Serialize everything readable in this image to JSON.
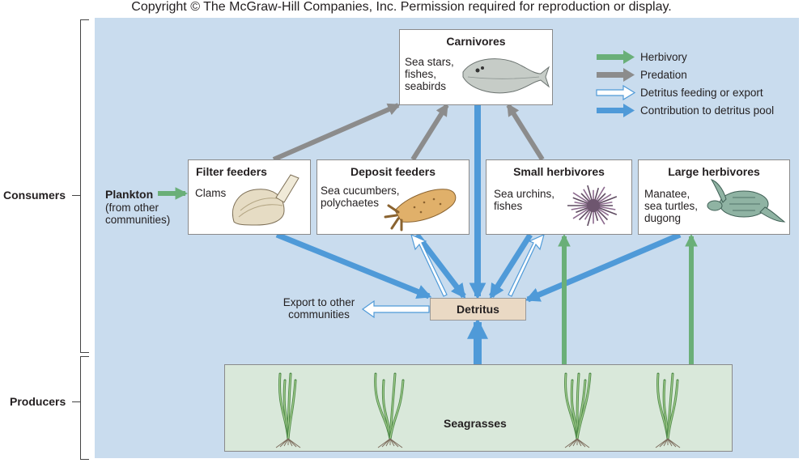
{
  "copyright": "Copyright © The McGraw-Hill Companies, Inc. Permission required for reproduction or display.",
  "side_labels": {
    "consumers": "Consumers",
    "producers": "Producers"
  },
  "legend": {
    "items": [
      {
        "label": "Herbivory",
        "color": "#6aaf78",
        "style": "solid"
      },
      {
        "label": "Predation",
        "color": "#8c8c8c",
        "style": "solid"
      },
      {
        "label": "Detritus feeding or export",
        "color": "#ffffff",
        "style": "outline"
      },
      {
        "label": "Contribution to detritus pool",
        "color": "#4f9ad8",
        "style": "solid"
      }
    ]
  },
  "nodes": {
    "carnivores": {
      "title": "Carnivores",
      "text": "Sea stars,\nfishes,\nseabirds"
    },
    "filter_feeders": {
      "title": "Filter feeders",
      "text": "Clams"
    },
    "deposit_feeders": {
      "title": "Deposit feeders",
      "text": "Sea cucumbers,\npolychaetes"
    },
    "small_herbivores": {
      "title": "Small herbivores",
      "text": "Sea urchins,\nfishes"
    },
    "large_herbivores": {
      "title": "Large herbivores",
      "text": "Manatee,\nsea turtles,\ndugong"
    },
    "plankton": {
      "title": "Plankton",
      "text": "(from other\ncommunities)"
    },
    "detritus": {
      "title": "Detritus"
    },
    "export": {
      "text": "Export to other\ncommunities"
    },
    "seagrasses": {
      "title": "Seagrasses"
    }
  }
}
